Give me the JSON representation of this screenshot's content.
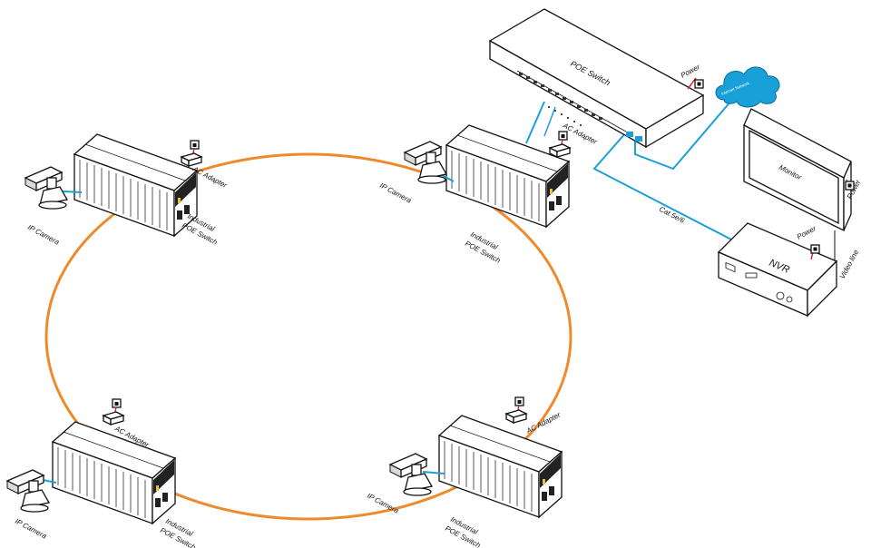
{
  "labels": {
    "poe_switch": "POE Switch",
    "power": "Power",
    "network": "Internet Network",
    "monitor": "Monitor",
    "nvr": "NVR",
    "video_line": "Video line",
    "cat5e": "Cat.5e/6",
    "ac_adapter": "AC Adapter",
    "ip_camera": "IP Camera",
    "industrial": "Industrial",
    "poe_switch_small": "POE Switch"
  },
  "colors": {
    "ring": "#ef8a2c",
    "cable": "#1aa0d8",
    "power_cord": "#d4242a",
    "cloud": "#1aa0d8"
  }
}
